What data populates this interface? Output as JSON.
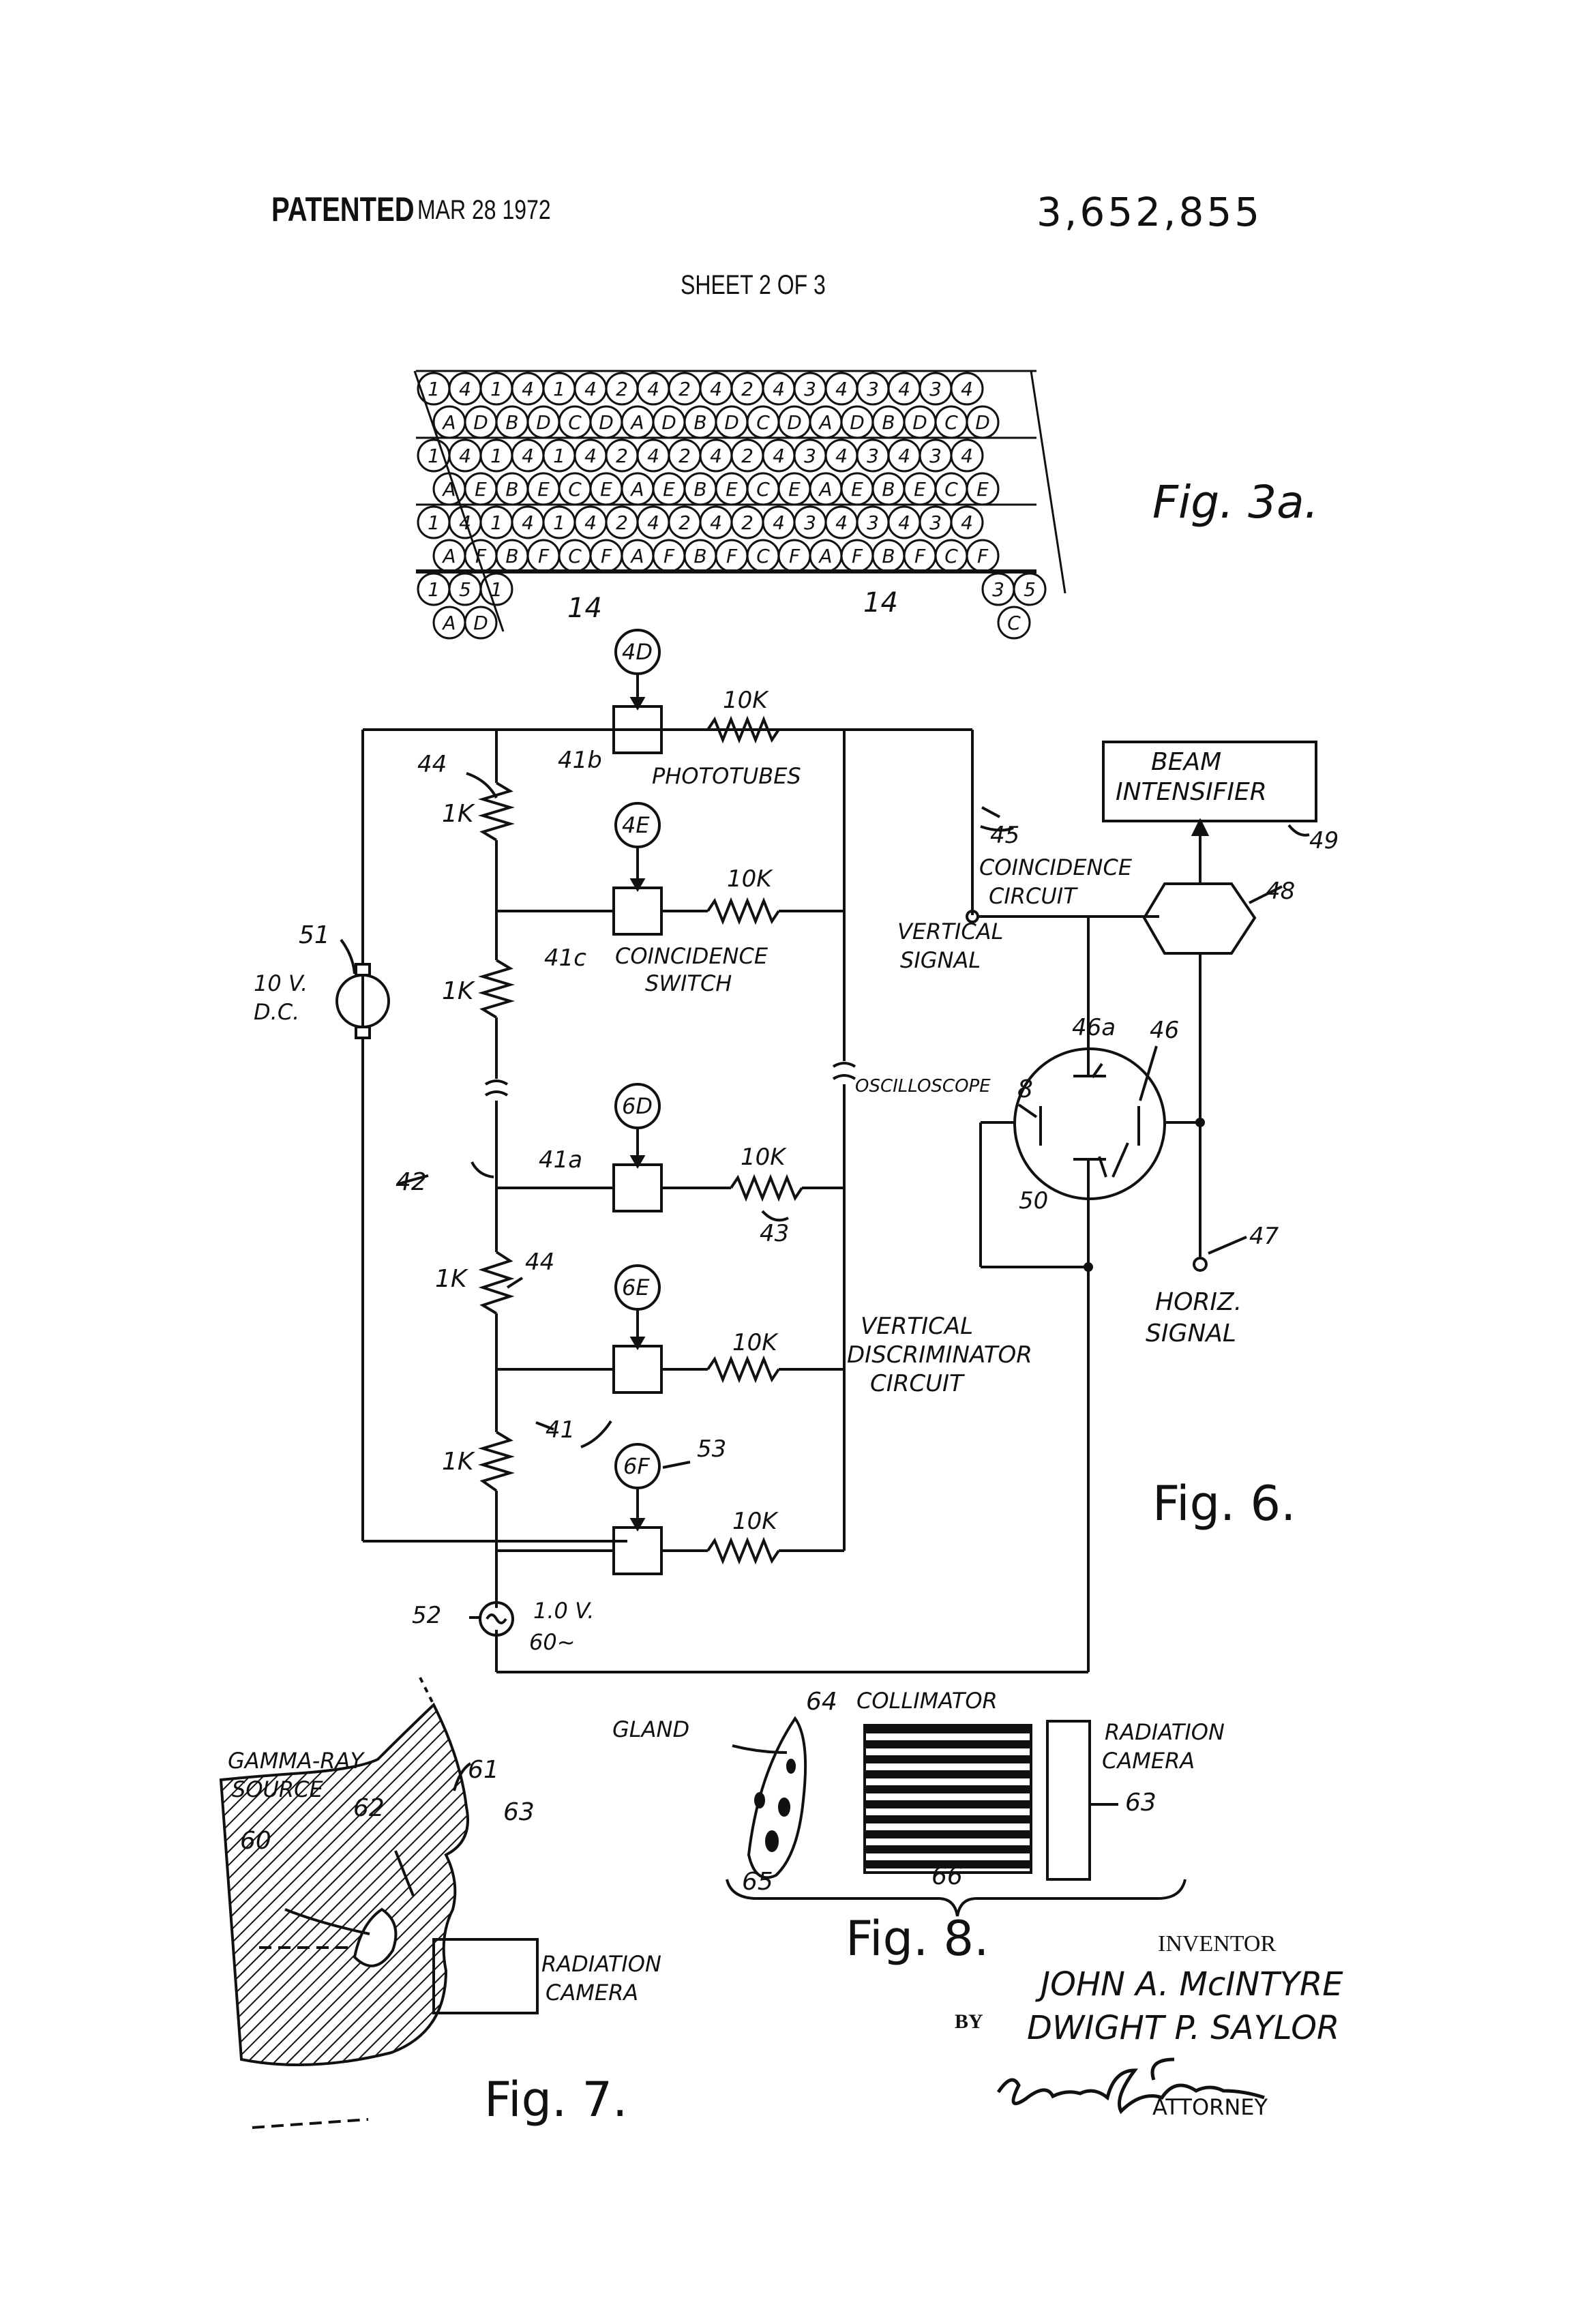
{
  "header": {
    "patented": "PATENTED",
    "date": "MAR 28 1972",
    "patent_number": "3,652,855",
    "sheet": "SHEET 2 OF 3"
  },
  "fig3a": {
    "row_labels": [
      [
        "1",
        "4",
        "1",
        "4",
        "1",
        "4",
        "2",
        "4",
        "2",
        "4",
        "2",
        "4",
        "3",
        "4",
        "3",
        "4",
        "3",
        "4"
      ],
      [
        "A",
        "D",
        "B",
        "D",
        "C",
        "D",
        "A",
        "D",
        "B",
        "D",
        "C",
        "D",
        "A",
        "D",
        "B",
        "D",
        "C",
        "D"
      ],
      [
        "1",
        "4",
        "1",
        "4",
        "1",
        "4",
        "2",
        "4",
        "2",
        "4",
        "2",
        "4",
        "3",
        "4",
        "3",
        "4",
        "3",
        "4"
      ],
      [
        "A",
        "E",
        "B",
        "E",
        "C",
        "E",
        "A",
        "E",
        "B",
        "E",
        "C",
        "E",
        "A",
        "E",
        "B",
        "E",
        "C",
        "E"
      ],
      [
        "1",
        "4",
        "1",
        "4",
        "1",
        "4",
        "2",
        "4",
        "2",
        "4",
        "2",
        "4",
        "3",
        "4",
        "3",
        "4",
        "3",
        "4"
      ],
      [
        "A",
        "F",
        "B",
        "F",
        "C",
        "F",
        "A",
        "F",
        "B",
        "F",
        "C",
        "F",
        "A",
        "F",
        "B",
        "F",
        "C",
        "F"
      ]
    ],
    "bottom_left_top": [
      "1",
      "5",
      "1"
    ],
    "bottom_left_bottom": [
      "A",
      "D"
    ],
    "bottom_right_top": [
      "3",
      "5"
    ],
    "bottom_right_bottom": [
      "C"
    ],
    "ref_a": "14",
    "ref_b": "14",
    "caption": "Fig. 3a."
  },
  "fig6": {
    "tubes": [
      "4D",
      "4E",
      "6D",
      "6E",
      "6F"
    ],
    "resistor_10k": "10K",
    "resistor_1k": "1K",
    "ref_41b": "41b",
    "ref_41c": "41c",
    "ref_41a": "41a",
    "ref_41": "41",
    "ref_44a": "44",
    "ref_44b": "44",
    "ref_42": "42",
    "ref_43": "43",
    "ref_45": "45",
    "ref_46": "46",
    "ref_46a": "46a",
    "ref_47": "47",
    "ref_48": "48",
    "ref_49": "49",
    "ref_50": "50",
    "ref_51": "51",
    "ref_52": "52",
    "ref_53": "53",
    "ref_8": "8",
    "phototubes": "PHOTOTUBES",
    "coincidence_switch_1": "COINCIDENCE",
    "coincidence_switch_2": "SWITCH",
    "coincidence_circuit_1": "COINCIDENCE",
    "coincidence_circuit_2": "CIRCUIT",
    "vertical_signal_1": "VERTICAL",
    "vertical_signal_2": "SIGNAL",
    "beam_1": "BEAM",
    "beam_2": "INTENSIFIER",
    "oscilloscope": "OSCILLOSCOPE",
    "vdc_1": "10 V.",
    "vdc_2": "D.C.",
    "horiz_1": "HORIZ.",
    "horiz_2": "SIGNAL",
    "vdisc_1": "VERTICAL",
    "vdisc_2": "DISCRIMINATOR",
    "vdisc_3": "CIRCUIT",
    "ac_1": "1.0 V.",
    "ac_2": "60~",
    "caption": "Fig. 6."
  },
  "fig7": {
    "source_1": "GAMMA-RAY",
    "source_2": "SOURCE",
    "ref_60": "60",
    "ref_61": "61",
    "ref_62": "62",
    "ref_63": "63",
    "camera_1": "RADIATION",
    "camera_2": "CAMERA",
    "caption": "Fig. 7."
  },
  "fig8": {
    "gland": "GLAND",
    "collimator": "COLLIMATOR",
    "camera_1": "RADIATION",
    "camera_2": "CAMERA",
    "ref_63": "63",
    "ref_64": "64",
    "ref_65": "65",
    "ref_66": "66",
    "caption": "Fig. 8."
  },
  "inventors": {
    "inventor_label": "INVENTOR",
    "name_1": "JOHN A. McINTYRE",
    "by": "BY",
    "name_2": "DWIGHT P. SAYLOR",
    "attorney": "ATTORNEY"
  }
}
